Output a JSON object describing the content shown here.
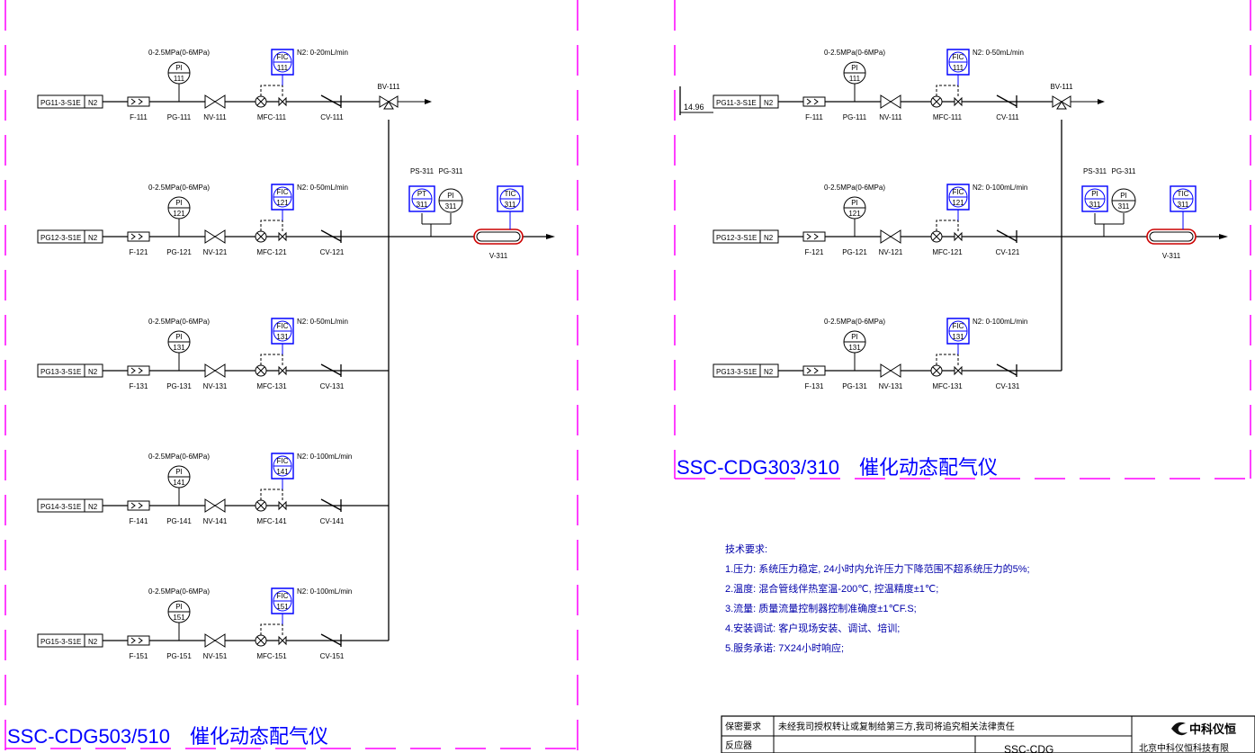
{
  "left": {
    "system_title": "SSC-CDG503/510　催化动态配气仪",
    "lines": [
      {
        "source": "PG11-3-S1E",
        "gas": "N2",
        "filter": "F-111",
        "pg": "PG-111",
        "nv": "NV-111",
        "mfc": "MFC-111",
        "cv": "CV-111",
        "pi_top": "PI",
        "pi_num": "111",
        "pressure": "0-2.5MPa(0-6MPa)",
        "fic_top": "FIC",
        "fic_num": "111",
        "flow": "N2: 0-20mL/min"
      },
      {
        "source": "PG12-3-S1E",
        "gas": "N2",
        "filter": "F-121",
        "pg": "PG-121",
        "nv": "NV-121",
        "mfc": "MFC-121",
        "cv": "CV-121",
        "pi_top": "PI",
        "pi_num": "121",
        "pressure": "0-2.5MPa(0-6MPa)",
        "fic_top": "FIC",
        "fic_num": "121",
        "flow": "N2: 0-50mL/min"
      },
      {
        "source": "PG13-3-S1E",
        "gas": "N2",
        "filter": "F-131",
        "pg": "PG-131",
        "nv": "NV-131",
        "mfc": "MFC-131",
        "cv": "CV-131",
        "pi_top": "PI",
        "pi_num": "131",
        "pressure": "0-2.5MPa(0-6MPa)",
        "fic_top": "FIC",
        "fic_num": "131",
        "flow": "N2: 0-50mL/min"
      },
      {
        "source": "PG14-3-S1E",
        "gas": "N2",
        "filter": "F-141",
        "pg": "PG-141",
        "nv": "NV-141",
        "mfc": "MFC-141",
        "cv": "CV-141",
        "pi_top": "PI",
        "pi_num": "141",
        "pressure": "0-2.5MPa(0-6MPa)",
        "fic_top": "FIC",
        "fic_num": "141",
        "flow": "N2: 0-100mL/min"
      },
      {
        "source": "PG15-3-S1E",
        "gas": "N2",
        "filter": "F-151",
        "pg": "PG-151",
        "nv": "NV-151",
        "mfc": "MFC-151",
        "cv": "CV-151",
        "pi_top": "PI",
        "pi_num": "151",
        "pressure": "0-2.5MPa(0-6MPa)",
        "fic_top": "FIC",
        "fic_num": "151",
        "flow": "N2: 0-100mL/min"
      }
    ],
    "bv": "BV-111",
    "ps_label": "PS-311",
    "pg311_label": "PG-311",
    "pt_top": "PT",
    "pt_num": "311",
    "pi311_top": "PI",
    "pi311_num": "311",
    "tic_top": "TIC",
    "tic_num": "311",
    "vessel": "V-311"
  },
  "right": {
    "system_title": "SSC-CDG303/310　催化动态配气仪",
    "dimension": "14.96",
    "lines": [
      {
        "source": "PG11-3-S1E",
        "gas": "N2",
        "filter": "F-111",
        "pg": "PG-111",
        "nv": "NV-111",
        "mfc": "MFC-111",
        "cv": "CV-111",
        "pi_top": "PI",
        "pi_num": "111",
        "pressure": "0-2.5MPa(0-6MPa)",
        "fic_top": "FIC",
        "fic_num": "111",
        "flow": "N2: 0-50mL/min"
      },
      {
        "source": "PG12-3-S1E",
        "gas": "N2",
        "filter": "F-121",
        "pg": "PG-121",
        "nv": "NV-121",
        "mfc": "MFC-121",
        "cv": "CV-121",
        "pi_top": "PI",
        "pi_num": "121",
        "pressure": "0-2.5MPa(0-6MPa)",
        "fic_top": "FIC",
        "fic_num": "121",
        "flow": "N2: 0-100mL/min"
      },
      {
        "source": "PG13-3-S1E",
        "gas": "N2",
        "filter": "F-131",
        "pg": "PG-131",
        "nv": "NV-131",
        "mfc": "MFC-131",
        "cv": "CV-131",
        "pi_top": "PI",
        "pi_num": "131",
        "pressure": "0-2.5MPa(0-6MPa)",
        "fic_top": "FIC",
        "fic_num": "131",
        "flow": "N2: 0-100mL/min"
      }
    ],
    "bv": "BV-111",
    "ps_label": "PS-311",
    "pg311_label": "PG-311",
    "pt_top": "PI",
    "pt_num": "311",
    "pi311_top": "PI",
    "pi311_num": "311",
    "tic_top": "TIC",
    "tic_num": "311",
    "vessel": "V-311"
  },
  "notes": {
    "heading": "技术要求:",
    "items": [
      "1.压力: 系统压力稳定, 24小时内允许压力下降范围不超系统压力的5%;",
      "2.温度: 混合管线伴热室温-200℃, 控温精度±1℃;",
      "3.流量: 质量流量控制器控制准确度±1℃F.S;",
      "4.安装调试: 客户现场安装、调试、培训;",
      "5.服务承诺: 7X24小时响应;"
    ]
  },
  "title_block": {
    "confidential_label": "保密要求",
    "confidential_text": "未经我司授权转让或复制给第三方,我司将追究相关法律责任",
    "reactor_label": "反应器",
    "drawing_code": "SSC-CDG",
    "company_partial": "北京中科仪恒科技有限",
    "logo_text": "中科仪恒"
  },
  "colors": {
    "border": "#ff00ff",
    "instrument": "#0000ff",
    "line": "#000000",
    "heater": "#cc0000"
  }
}
